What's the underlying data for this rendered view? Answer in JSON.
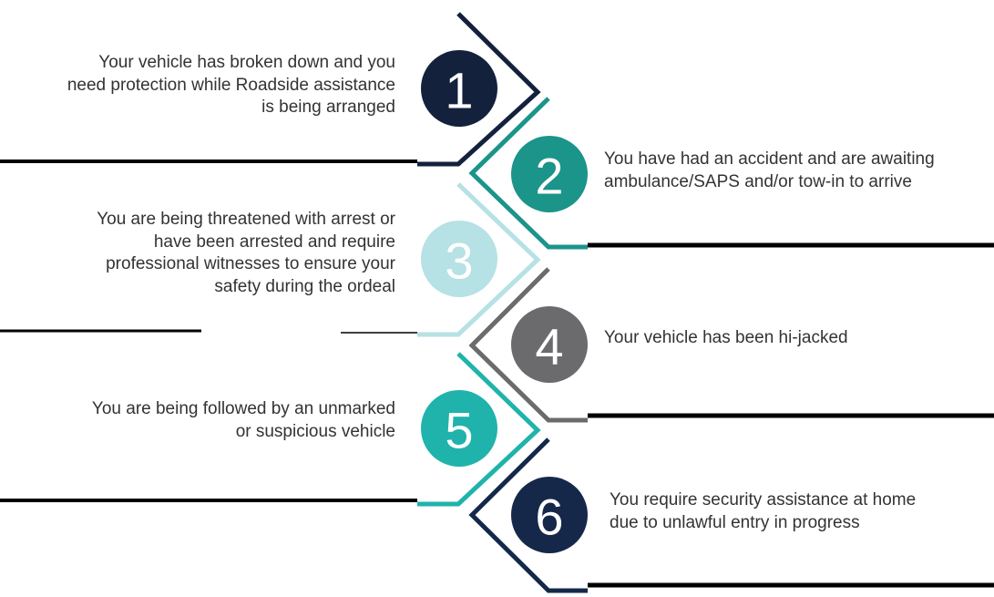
{
  "steps": [
    {
      "number": "1",
      "text": "Your vehicle has broken down and you\nneed protection while Roadside assistance\nis being arranged",
      "color": "#14213d"
    },
    {
      "number": "2",
      "text": "You have had an accident and are awaiting\nambulance/SAPS and/or tow-in to arrive",
      "color": "#1b948a"
    },
    {
      "number": "3",
      "text": "You are being threatened with arrest or\nhave been arrested and require\nprofessional witnesses to ensure your\nsafety during the ordeal",
      "color": "#b6e1e5"
    },
    {
      "number": "4",
      "text": "Your vehicle has been hi-jacked",
      "color": "#6b6b6d"
    },
    {
      "number": "5",
      "text": "You are being followed by an unmarked\nor suspicious vehicle",
      "color": "#1fb3ac"
    },
    {
      "number": "6",
      "text": "You require security assistance at home\ndue to unlawful entry in progress",
      "color": "#15284a"
    }
  ],
  "colors": {
    "text": "#333333",
    "divider": "#000000",
    "background": "#ffffff"
  }
}
